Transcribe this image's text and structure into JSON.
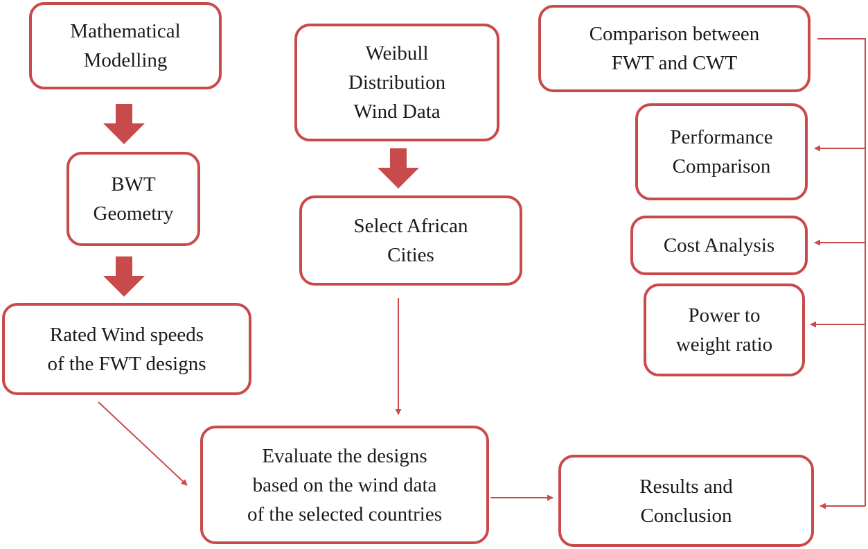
{
  "diagram": {
    "nodes": {
      "mathematical_modelling": {
        "lines": [
          "Mathematical",
          "Modelling"
        ]
      },
      "bwt_geometry": {
        "lines": [
          "BWT",
          "Geometry"
        ]
      },
      "rated_wind_speeds": {
        "lines": [
          "Rated Wind speeds",
          "of the FWT designs"
        ]
      },
      "weibull_data": {
        "lines": [
          "Weibull",
          "Distribution",
          "Wind Data"
        ]
      },
      "select_cities": {
        "lines": [
          "Select African",
          "Cities"
        ]
      },
      "evaluate_designs": {
        "lines": [
          "Evaluate the designs",
          "based on the wind data",
          "of the selected countries"
        ]
      },
      "results_conclusion": {
        "lines": [
          "Results and",
          "Conclusion"
        ]
      },
      "comparison_fwt_cwt": {
        "lines": [
          "Comparison between",
          "FWT and CWT"
        ]
      },
      "performance_comparison": {
        "lines": [
          "Performance",
          "Comparison"
        ]
      },
      "cost_analysis": {
        "lines": [
          "Cost Analysis"
        ]
      },
      "power_to_weight": {
        "lines": [
          "Power to",
          "weight ratio"
        ]
      }
    },
    "colors": {
      "box_border": "#c94a4a",
      "connector": "#c94a4a",
      "thick_arrow": "#c94a4a",
      "text": "#1a1a1a"
    }
  }
}
